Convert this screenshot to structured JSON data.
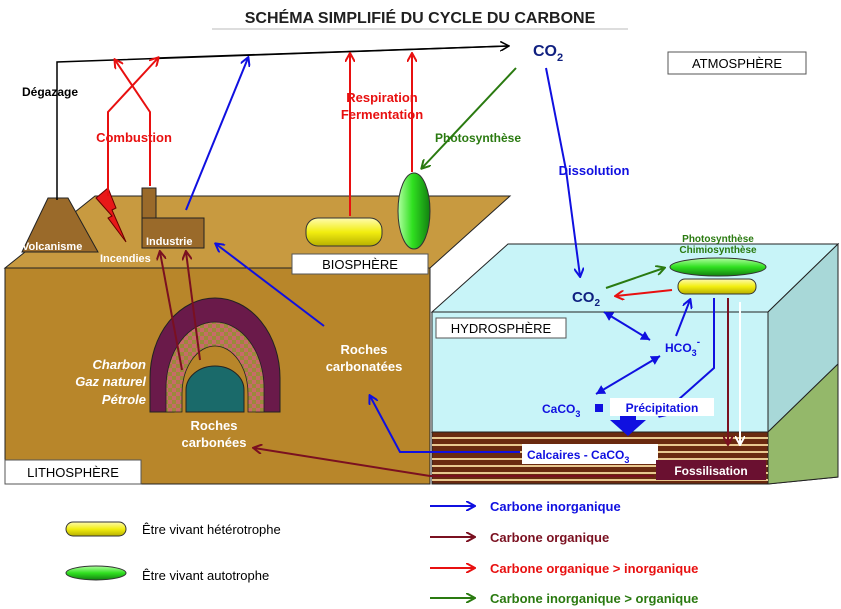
{
  "title": "SCHÉMA SIMPLIFIÉ DU CYCLE DU CARBONE",
  "spheres": {
    "atmosphere": "ATMOSPHÈRE",
    "biosphere": "BIOSPHÈRE",
    "hydrosphere": "HYDROSPHÈRE",
    "lithosphere": "LITHOSPHÈRE"
  },
  "labels": {
    "co2_atmosphere": "CO",
    "co2_sub": "2",
    "degazage": "Dégazage",
    "combustion": "Combustion",
    "respiration": "Respiration",
    "fermentation": "Fermentation",
    "photosynthese": "Photosynthèse",
    "dissolution": "Dissolution",
    "volcanisme": "Volcanisme",
    "incendies": "Incendies",
    "industrie": "Industrie",
    "photosynthese_ocean": "Photosynthèse",
    "chimiosynthese": "Chimiosynthèse",
    "co2_ocean": "CO",
    "hco3": "HCO",
    "hco3_sub": "3",
    "hco3_sup": "-",
    "caco3": "CaCO",
    "caco3_sub": "3",
    "precipitation": "Précipitation",
    "calcaires": "Calcaires - CaCO",
    "calcaires_sub": "3",
    "fossilisation": "Fossilisation",
    "roches_carbonatees_1": "Roches",
    "roches_carbonatees_2": "carbonatées",
    "roches_carbonees_1": "Roches",
    "roches_carbonees_2": "carbonées",
    "charbon": "Charbon",
    "gaz_naturel": "Gaz naturel",
    "petrole": "Pétrole"
  },
  "legend": {
    "heterotrophe": "Être vivant hétérotrophe",
    "autotrophe": "Être vivant autotrophe",
    "inorganique": "Carbone inorganique",
    "organique": "Carbone organique",
    "org_to_inorg": "Carbone organique > inorganique",
    "inorg_to_org": "Carbone inorganique > organique"
  },
  "colors": {
    "inorganic": "#1010e0",
    "organic": "#7a1020",
    "org_to_inorg": "#e81010",
    "inorg_to_org": "#2a7a10",
    "earth": "#b8862a",
    "water": "#c8f4f8"
  }
}
